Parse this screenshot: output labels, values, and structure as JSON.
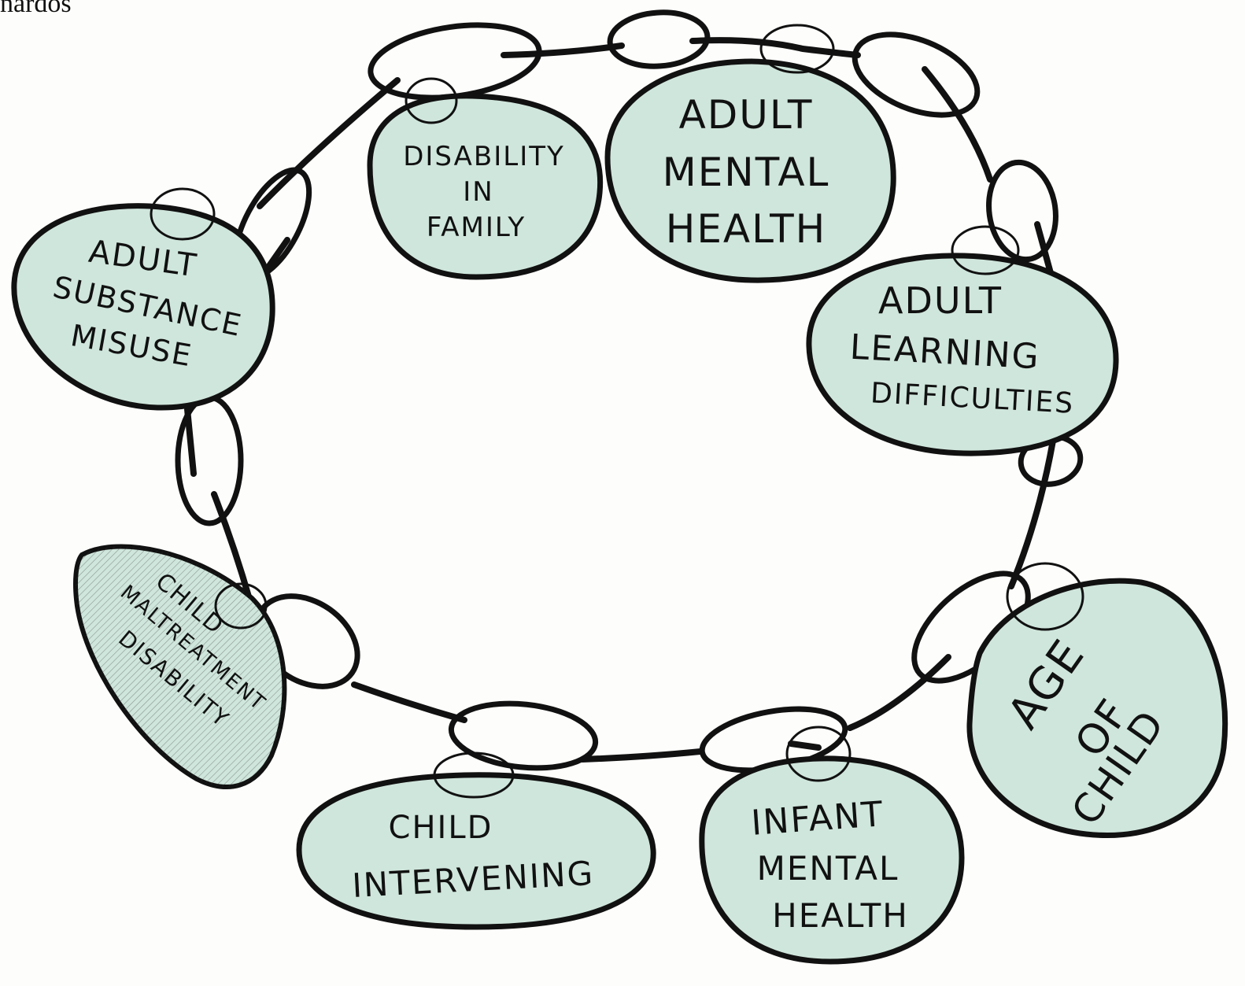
{
  "header": {
    "partial_text": "nardos"
  },
  "diagram": {
    "fill_color": "#cfe6dc",
    "stroke_color": "#111111",
    "nodes": [
      {
        "id": "disability-in-family",
        "lines": [
          "DISABILITY",
          "IN",
          "FAMILY"
        ]
      },
      {
        "id": "adult-mental-health",
        "lines": [
          "ADULT",
          "MENTAL",
          "HEALTH"
        ]
      },
      {
        "id": "adult-substance-misuse",
        "lines": [
          "ADULT",
          "SUBSTANCE",
          "MISUSE"
        ]
      },
      {
        "id": "adult-learning-difficulties",
        "lines": [
          "ADULT",
          "LEARNING",
          "DIFFICULTIES"
        ]
      },
      {
        "id": "child-maltreatment-disability",
        "lines": [
          "CHILD",
          "MALTREATMENT",
          "DISABILITY"
        ]
      },
      {
        "id": "age-of-child",
        "lines": [
          "AGE",
          "OF",
          "CHILD"
        ]
      },
      {
        "id": "child-intervening",
        "lines": [
          "CHILD",
          "INTERVENING"
        ]
      },
      {
        "id": "infant-mental-health",
        "lines": [
          "INFANT",
          "MENTAL",
          "HEALTH"
        ]
      }
    ]
  }
}
